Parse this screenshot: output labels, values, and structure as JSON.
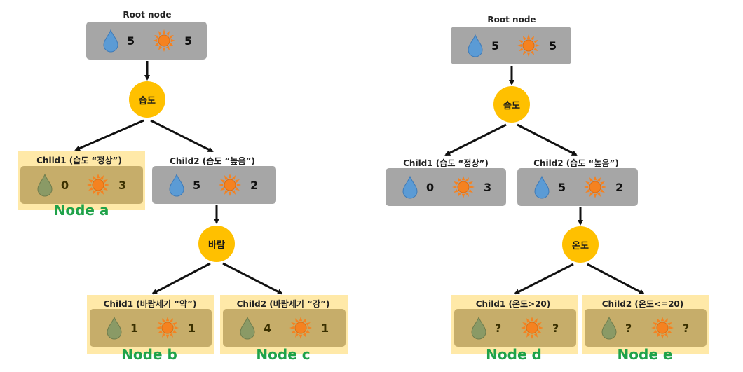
{
  "left": {
    "root": {
      "label": "Root node",
      "water": "5",
      "sun": "5"
    },
    "split1": "습도",
    "child1": {
      "label": "Child1 (습도 “정상”)",
      "water": "0",
      "sun": "3",
      "node": "Node a"
    },
    "child2": {
      "label": "Child2 (습도 “높음”)",
      "water": "5",
      "sun": "2"
    },
    "split2": "바람",
    "child21": {
      "label": "Child1 (바람세기 “약”)",
      "water": "1",
      "sun": "1",
      "node": "Node b"
    },
    "child22": {
      "label": "Child2 (바람세기 “강”)",
      "water": "4",
      "sun": "1",
      "node": "Node c"
    }
  },
  "right": {
    "root": {
      "label": "Root node",
      "water": "5",
      "sun": "5"
    },
    "split1": "습도",
    "child1": {
      "label": "Child1 (습도 “정상”)",
      "water": "0",
      "sun": "3"
    },
    "child2": {
      "label": "Child2 (습도 “높음”)",
      "water": "5",
      "sun": "2"
    },
    "split2": "온도",
    "child21": {
      "label": "Child1 (온도>20)",
      "water": "?",
      "sun": "?",
      "node": "Node d"
    },
    "child22": {
      "label": "Child2 (온도<=20)",
      "water": "?",
      "sun": "?",
      "node": "Node e"
    }
  },
  "colors": {
    "box": "#a6a6a6",
    "box_dim": "#c6ad6a",
    "highlight": "#ffe9a8",
    "split": "#ffc000",
    "node_label": "#1fa24a",
    "water": "#5b9bd5",
    "sun": "#f58220"
  },
  "icons": {
    "water": "water-drop-icon",
    "sun": "sun-icon"
  }
}
